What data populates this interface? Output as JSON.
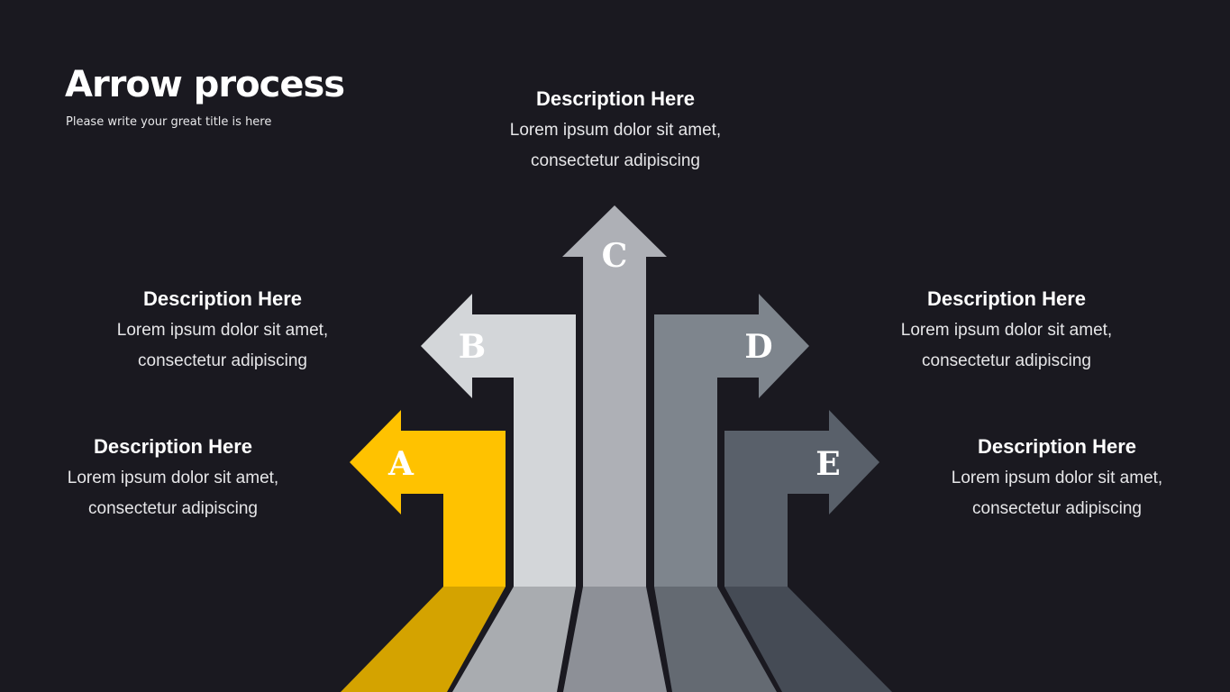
{
  "header": {
    "title": "Arrow process",
    "subtitle": "Please write your great title is here"
  },
  "arrows": [
    {
      "letter": "A",
      "color": "#ffc200",
      "floor_color": "#d4a300"
    },
    {
      "letter": "B",
      "color": "#d3d6d9",
      "floor_color": "#a9acb0"
    },
    {
      "letter": "C",
      "color": "#aeb0b6",
      "floor_color": "#8d9097"
    },
    {
      "letter": "D",
      "color": "#7e858d",
      "floor_color": "#646a72"
    },
    {
      "letter": "E",
      "color": "#59606a",
      "floor_color": "#454b55"
    }
  ],
  "descriptions": {
    "a": {
      "heading": "Description Here",
      "line1": "Lorem ipsum dolor sit amet,",
      "line2": "consectetur adipiscing"
    },
    "b": {
      "heading": "Description Here",
      "line1": "Lorem ipsum dolor sit amet,",
      "line2": "consectetur adipiscing"
    },
    "c": {
      "heading": "Description Here",
      "line1": "Lorem ipsum dolor sit amet,",
      "line2": "consectetur adipiscing"
    },
    "d": {
      "heading": "Description Here",
      "line1": "Lorem ipsum dolor sit amet,",
      "line2": "consectetur adipiscing"
    },
    "e": {
      "heading": "Description Here",
      "line1": "Lorem ipsum dolor sit amet,",
      "line2": "consectetur adipiscing"
    }
  },
  "colors": {
    "background": "#1a1920",
    "accent": "#ffc200"
  }
}
